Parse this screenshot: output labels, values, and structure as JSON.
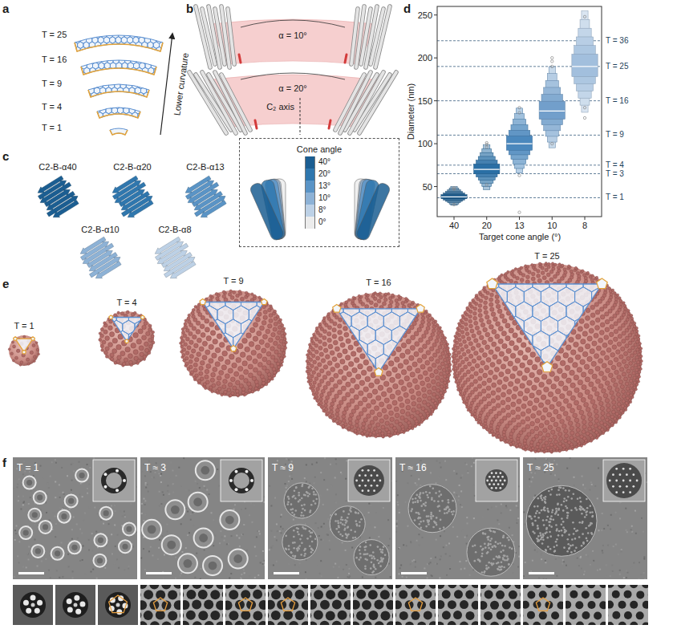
{
  "diagram": {
    "nodes": [
      {
        "text": [
          "Cone angle"
        ]
      },
      {
        "text": [
          "T = 1"
        ]
      },
      {
        "text": [
          "T ≈ 3"
        ]
      },
      {
        "text": [
          "T ≈ 9"
        ]
      },
      {
        "text": [
          "T ≈ 16"
        ]
      },
      {
        "text": [
          "T ≈ 25"
        ]
      }
    ],
    "labels": [
      "a",
      "T = 25",
      "T = 16",
      "T = 9",
      "T = 4",
      "T = 1",
      "Lower curvature",
      "b",
      "α = 10°",
      "α = 20°",
      "C₂ axis",
      "c",
      "C2-B-α40",
      "C2-B-α20",
      "C2-B-α13",
      "C2-B-α10",
      "C2-B-α8",
      "d",
      "Diameter (nm)",
      "250",
      "200",
      "150",
      "100",
      "50",
      "40",
      "20",
      "13",
      "10",
      "8",
      "Target cone angle (°)",
      "T = 36",
      "T = 25",
      "T = 16",
      "T = 9",
      "T = 4",
      "T = 3",
      "T = 1",
      "e",
      "T = 1",
      "T = 4",
      "T = 9",
      "T = 16",
      "T = 25",
      "f"
    ],
    "legend": [
      {
        "text": "40°",
        "color": "#1b5e92"
      },
      {
        "text": "20°",
        "color": "#2f77ae"
      },
      {
        "text": "13°",
        "color": "#5a94c6"
      },
      {
        "text": "10°",
        "color": "#8db2d6"
      },
      {
        "text": "8°",
        "color": "#bdd1e6"
      },
      {
        "text": "0°",
        "color": "#ececec"
      }
    ]
  }
}
